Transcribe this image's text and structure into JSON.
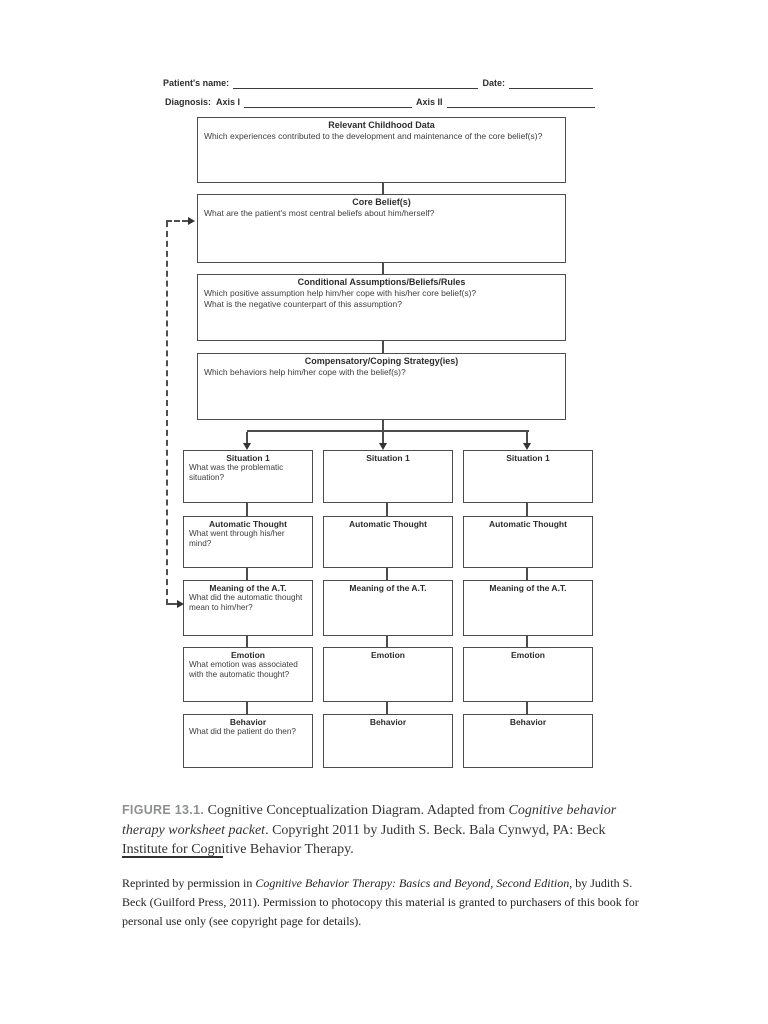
{
  "header": {
    "patient_name_label": "Patient's name:",
    "date_label": "Date:",
    "diagnosis_label": "Diagnosis:",
    "axis1_label": "Axis I",
    "axis2_label": "Axis II"
  },
  "diagram": {
    "top_boxes": [
      {
        "title": "Relevant Childhood Data",
        "lines": [
          "Which experiences contributed to the development and maintenance of the core belief(s)?"
        ]
      },
      {
        "title": "Core Belief(s)",
        "lines": [
          "What are the patient's most central beliefs about him/herself?"
        ]
      },
      {
        "title": "Conditional Assumptions/Beliefs/Rules",
        "lines": [
          "Which positive assumption help him/her cope with his/her core belief(s)?",
          "What is the negative counterpart of this assumption?"
        ]
      },
      {
        "title": "Compensatory/Coping Strategy(ies)",
        "lines": [
          "Which behaviors help him/her cope with the belief(s)?"
        ]
      }
    ],
    "columns": [
      {
        "boxes": [
          {
            "title": "Situation 1",
            "question": "What was the problematic situation?"
          },
          {
            "title": "Automatic Thought",
            "question": "What went through his/her mind?"
          },
          {
            "title": "Meaning of the A.T.",
            "question": "What did the automatic thought mean to him/her?"
          },
          {
            "title": "Emotion",
            "question": "What emotion was associated with the automatic thought?"
          },
          {
            "title": "Behavior",
            "question": "What did the patient do then?"
          }
        ]
      },
      {
        "boxes": [
          {
            "title": "Situation 1",
            "question": ""
          },
          {
            "title": "Automatic Thought",
            "question": ""
          },
          {
            "title": "Meaning of the A.T.",
            "question": ""
          },
          {
            "title": "Emotion",
            "question": ""
          },
          {
            "title": "Behavior",
            "question": ""
          }
        ]
      },
      {
        "boxes": [
          {
            "title": "Situation 1",
            "question": ""
          },
          {
            "title": "Automatic Thought",
            "question": ""
          },
          {
            "title": "Meaning of the A.T.",
            "question": ""
          },
          {
            "title": "Emotion",
            "question": ""
          },
          {
            "title": "Behavior",
            "question": ""
          }
        ]
      }
    ]
  },
  "caption": {
    "figure_label": "FIGURE 13.1.",
    "seg_normal_1": "  Cognitive Conceptualization Diagram. Adapted from ",
    "seg_italic_1": "Cognitive behavior therapy worksheet packet",
    "seg_normal_2": ". Copyright 2011 by Judith S. Beck. Bala Cynwyd, PA: Beck Institute for Cognitive Behavior Therapy."
  },
  "footnote": {
    "seg_normal_1": "Reprinted by permission in ",
    "seg_italic_1": "Cognitive Behavior Therapy: Basics and Beyond, Second Edition",
    "seg_normal_2": ", by Judith S. Beck (Guilford Press, 2011). Permission to photocopy this material is granted to purchasers of this book for personal use only (see copyright page for details)."
  },
  "colors": {
    "box_border": "#4c4c4c",
    "text": "#3d3d3d",
    "figure_label_gray": "#8d9091",
    "page_background": "#ffffff"
  }
}
